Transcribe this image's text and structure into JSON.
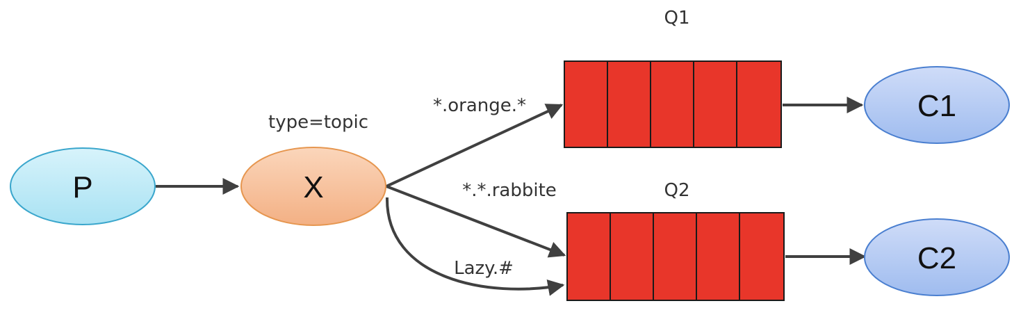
{
  "diagram": {
    "exchange_type_label": "type=topic",
    "nodes": {
      "producer": "P",
      "exchange": "X",
      "consumer1": "C1",
      "consumer2": "C2"
    },
    "queues": {
      "q1": "Q1",
      "q2": "Q2"
    },
    "bindings": {
      "orange": "*.orange.*",
      "rabbit": "*.*.rabbite",
      "lazy": "Lazy.#"
    },
    "colors": {
      "producer_fill": "#bfe9f6",
      "producer_stroke": "#3aa6cc",
      "exchange_fill": "#f6c39f",
      "exchange_stroke": "#e6964f",
      "consumer_fill": "#b7cdf3",
      "consumer_stroke": "#4a7fd0",
      "queue_fill": "#e8362a",
      "queue_stroke": "#1a1a1a",
      "edge": "#404040"
    }
  }
}
